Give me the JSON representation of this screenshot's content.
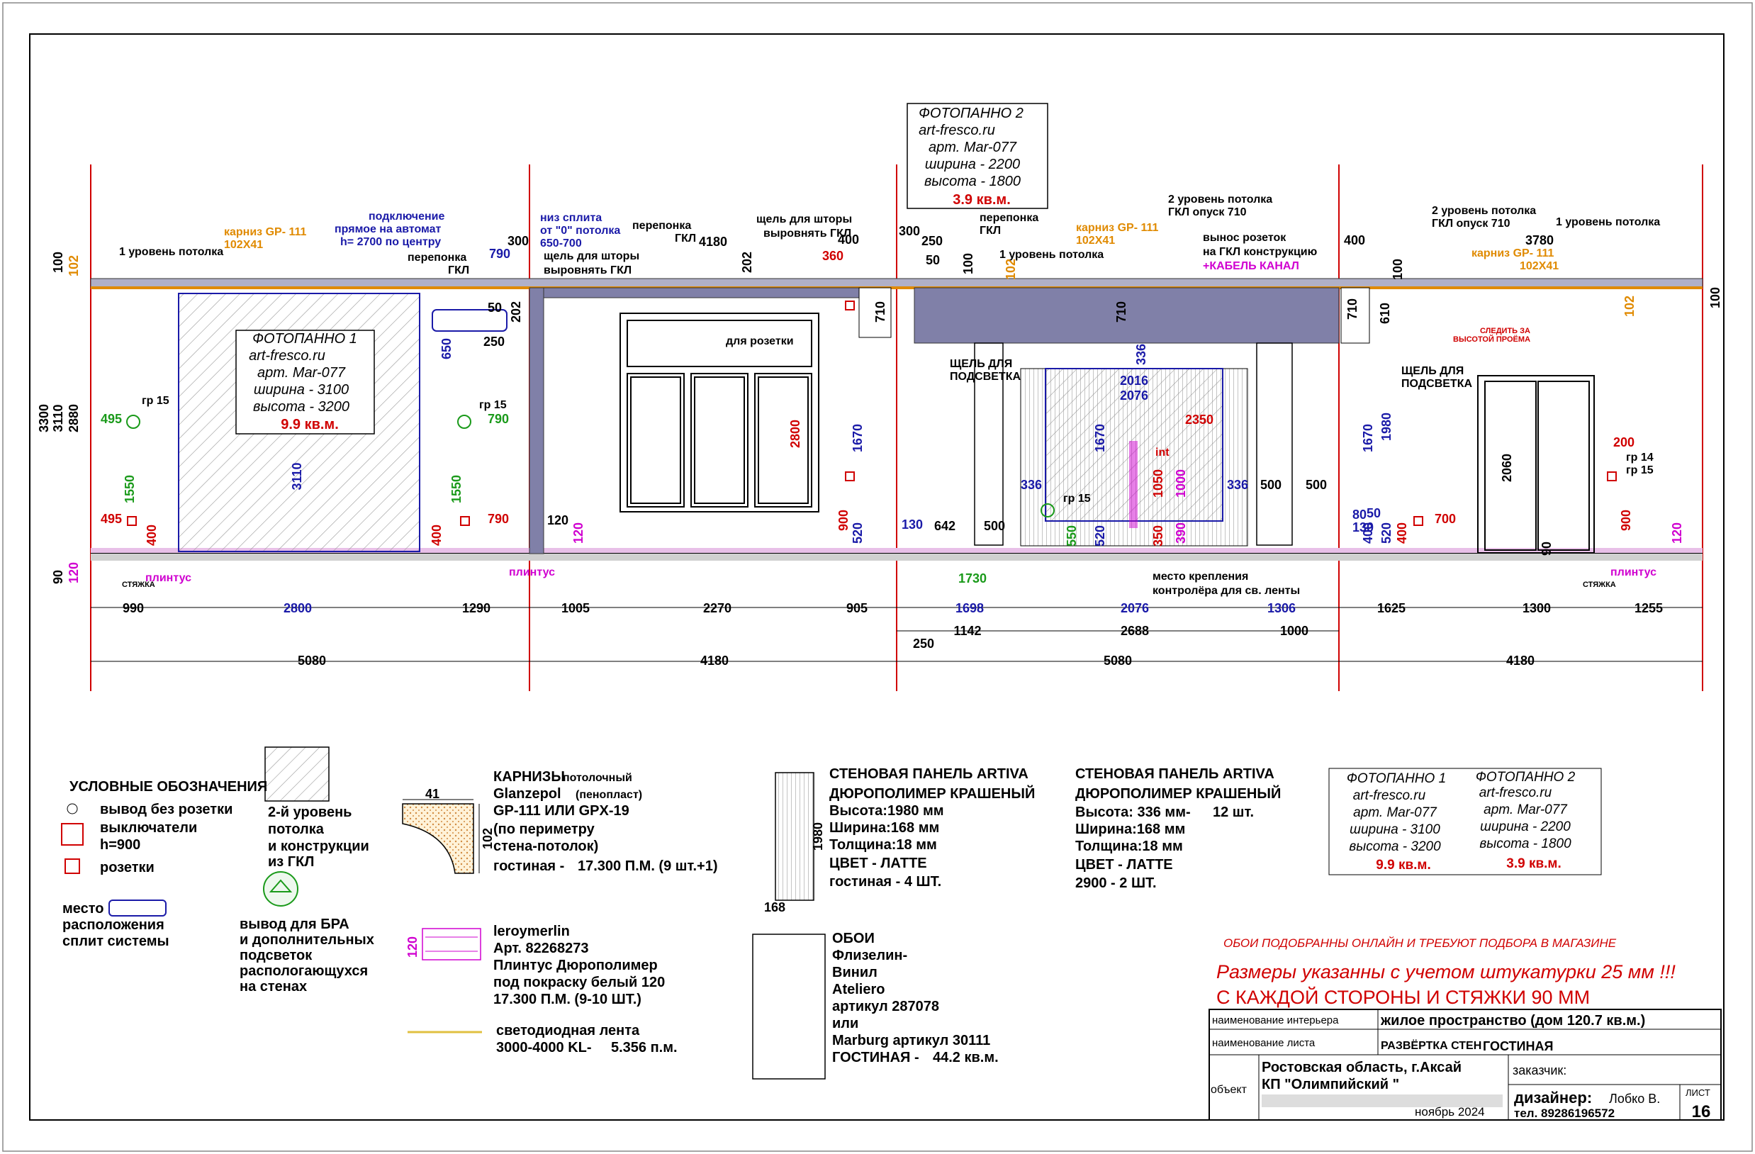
{
  "colors": {
    "red": "#d00000",
    "blue": "#1a1aa8",
    "green": "#1a9a1a",
    "magenta": "#d000d0",
    "orange": "#e08a00",
    "wall_fill": "#8080a8",
    "ceiling_fill": "#b0b0c8"
  },
  "panels": {
    "p1": {
      "title": "ФОТОПАННО 1",
      "site": "art-fresco.ru",
      "art": "арт. Mar-077",
      "width": "ширина - 3100",
      "height": "высота - 3200",
      "area": "9.9 кв.м."
    },
    "p2": {
      "title": "ФОТОПАННО 2",
      "site": "art-fresco.ru",
      "art": "арт. Mar-077",
      "width": "ширина - 2200",
      "height": "высота - 1800",
      "area": "3.9 кв.м."
    }
  },
  "annotations": {
    "cornice": "карниз GP- 111",
    "cornice_size": "102Х41",
    "ceiling1": "1 уровень потолка",
    "connect1": "подключение",
    "connect2": "прямое на автомат",
    "connect3": "h= 2700 по центру",
    "split1": "низ сплита",
    "split2": "от \"0\" потолка",
    "split3": "650-700",
    "jumper": "перепонка",
    "gkl": "ГКЛ",
    "gap_curtain1": "щель для шторы",
    "gap_curtain2": "выровнять ГКЛ",
    "for_socket": "для розетки",
    "gap_light1": "ЩЕЛЬ ДЛЯ",
    "gap_light2": "ПОДСВЕТКА",
    "ceiling2_1": "2 уровень потолка",
    "ceiling2_2": "ГКЛ опуск 710",
    "sockets_out1": "вынос розеток",
    "sockets_out2": "на ГКЛ конструкцию",
    "cable": "+КАБЕЛЬ КАНАЛ",
    "follow1": "СЛЕДИТЬ ЗА",
    "follow2": "ВЫСОТОЙ ПРОЁМА",
    "plinth": "плинтус",
    "screed": "СТЯЖКА",
    "mount1": "место крепления",
    "mount2": "контролёра для св. ленты",
    "gr15": "гр 15",
    "gr14": "гр 14",
    "int": "int"
  },
  "dims": {
    "bottom_row1": [
      "990",
      "2800",
      "1290",
      "1005",
      "2270",
      "905",
      "1698",
      "2076",
      "1306",
      "1625",
      "1300",
      "1255"
    ],
    "bottom_row2": [
      "1142",
      "2688",
      "1000"
    ],
    "bottom_row3": [
      "5080",
      "4180",
      "5080",
      "4180"
    ],
    "d250": "250",
    "d1730": "1730",
    "h3300": "3300",
    "h3110": "3110",
    "h2880": "2880",
    "h100": "100",
    "h102": "102",
    "h90": "90",
    "h120": "120",
    "d495": "495",
    "d1550": "1550",
    "d400": "400",
    "d3110": "3110",
    "d790": "790",
    "d650": "650",
    "d50": "50",
    "d250b": "250",
    "d300": "300",
    "d202": "202",
    "d4180": "4180",
    "d360": "360",
    "d2800": "2800",
    "d1670": "1670",
    "d900": "900",
    "d520": "520",
    "d710": "710",
    "d130": "130",
    "d642": "642",
    "d500": "500",
    "d336": "336",
    "d2016": "2016",
    "d2076": "2076",
    "d2350": "2350",
    "d1050": "1050",
    "d1000": "1000",
    "d350": "350",
    "d390": "390",
    "d550": "550",
    "d3780": "3780",
    "d610": "610",
    "d1980": "1980",
    "d80": "80",
    "d700": "700",
    "d2060": "2060",
    "d200": "200"
  },
  "legend": {
    "title": "УСЛОВНЫЕ ОБОЗНАЧЕНИЯ",
    "item1": "вывод без розетки",
    "item2a": "выключатели",
    "item2b": "h=900",
    "item3": "розетки",
    "item4a": "место",
    "item4b": "расположения",
    "item4c": "сплит системы",
    "level2a": "2-й уровень",
    "level2b": "потолка",
    "level2c": "и конструкции",
    "level2d": "из ГКЛ",
    "bra1": "вывод для БРА",
    "bra2": "и дополнительных",
    "bra3": "подсветок",
    "bra4": "распологающухся",
    "bra5": "на стенах"
  },
  "cornice_spec": {
    "l1a": "КАРНИЗЫ",
    "l1b": "потолочный",
    "l2a": "Glanzepol",
    "l2b": "(пенопласт)",
    "l3": "GP-111 ИЛИ GPX-19",
    "l4": "(по периметру",
    "l5": "стена-потолок)",
    "l6a": "гостиная -",
    "l6b": "17.300 П.М. (9 шт.+1)",
    "w41": "41",
    "h102": "102"
  },
  "plinth_spec": {
    "l1": "leroymerlin",
    "l2": "Арт. 82268273",
    "l3": "Плинтус Дюрополимер",
    "l4": "под покраску белый 120",
    "l5": "17.300 П.М. (9-10 ШТ.)",
    "h120": "120"
  },
  "led_spec": {
    "l1": "светодиодная лента",
    "l2a": "3000-4000 KL-",
    "l2b": "5.356 п.м."
  },
  "panel_a": {
    "l1": "СТЕНОВАЯ ПАНЕЛЬ ARTIVA",
    "l2": "ДЮРОПОЛИМЕР КРАШЕНЫЙ",
    "l3": "Высота:1980 мм",
    "l4": "Ширина:168 мм",
    "l5": "Толщина:18 мм",
    "l6": "ЦВЕТ - ЛАТТЕ",
    "l7": "гостиная - 4 ШТ.",
    "h": "1980",
    "w": "168"
  },
  "panel_b": {
    "l1": "СТЕНОВАЯ ПАНЕЛЬ ARTIVA",
    "l2": "ДЮРОПОЛИМЕР КРАШЕНЫЙ",
    "l3a": "Высота: 336 мм-",
    "l3b": "12 шт.",
    "l4": "Ширина:168 мм",
    "l5": "Толщина:18 мм",
    "l6": "ЦВЕТ - ЛАТТЕ",
    "l7": "2900 - 2 ШТ."
  },
  "wallpaper": {
    "l1": "ОБОИ",
    "l2": "Флизелин-",
    "l3": "Винил",
    "l4": "Ateliero",
    "l5": "артикул 287078",
    "l6": "или",
    "l7": "Marburg артикул 30111",
    "l8a": "ГОСТИНАЯ -",
    "l8b": "44.2 кв.м."
  },
  "notes": {
    "n1": "ОБОИ ПОДОБРАННЫ ОНЛАЙН И ТРЕБУЮТ ПОДБОРА В МАГАЗИНЕ",
    "n2": "Размеры указанны  с учетом штукатурки 25 мм !!!",
    "n3": "С КАЖДОЙ СТОРОНЫ  И СТЯЖКИ 90 ММ"
  },
  "stamp": {
    "interior_label": "наименование интерьера",
    "interior_value": "жилое пространство (дом 120.7 кв.м.)",
    "sheet_label": "наименование листа",
    "sheet_value": "РАЗВЁРТКА СТЕН",
    "sheet_value2": "ГОСТИНАЯ",
    "customer": "заказчик:",
    "object": "объект",
    "address1": "Ростовская область, г.Аксай",
    "address2": "КП \"Олимпийский \"",
    "date": "ноябрь 2024",
    "designer_a": "дизайнер:",
    "designer_b": "Лобко В.",
    "phone": "тел. 89286196572",
    "list_label": "ЛИСТ",
    "list_num": "16"
  }
}
